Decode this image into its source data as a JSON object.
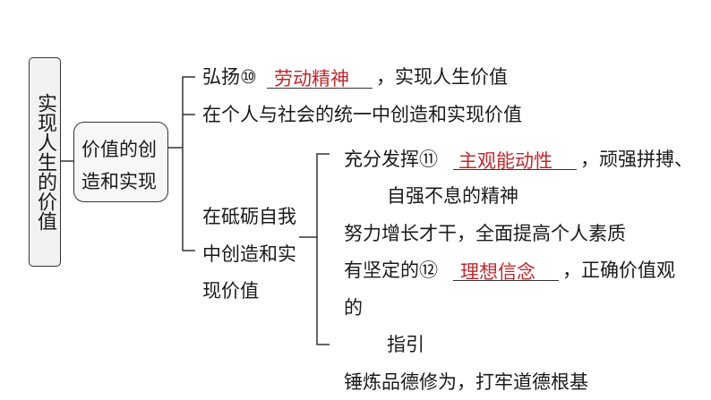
{
  "root": {
    "label": "实现人生的价值"
  },
  "mid": {
    "line1": "价值的创",
    "line2": "造和实现"
  },
  "branch1": {
    "prefix": "弘扬⑩",
    "answer": "劳动精神",
    "suffix": "，实现人生价值",
    "line2": "在个人与社会的统一中创造和实现价值"
  },
  "branch2": {
    "label_line1": "在砥砺自我",
    "label_line2": "中创造和实",
    "label_line3": "现价值",
    "item1_prefix": "充分发挥⑪",
    "item1_answer": "主观能动性",
    "item1_suffix": "，顽强拼搏、",
    "item1_cont": "自强不息的精神",
    "item2": "努力增长才干，全面提高个人素质",
    "item3_prefix": "有坚定的⑫",
    "item3_answer": "理想信念",
    "item3_suffix": "，正确价值观",
    "item3_cont1": "的",
    "item3_cont2": "指引",
    "item4": "锤炼品德修为，打牢道德根基"
  },
  "colors": {
    "answer": "#c0282d",
    "line": "#333333"
  }
}
